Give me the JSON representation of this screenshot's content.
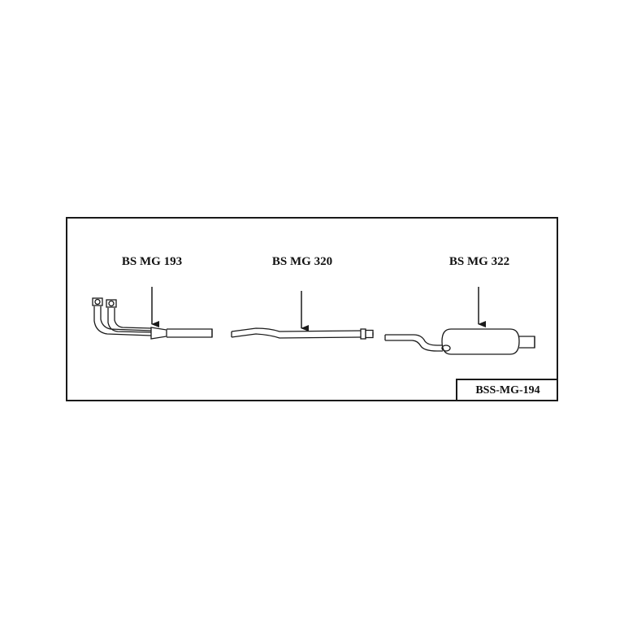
{
  "parts": [
    {
      "label": "BS MG 193",
      "icon": "exhaust-manifold-downpipe-icon"
    },
    {
      "label": "BS MG 320",
      "icon": "intermediate-pipe-icon"
    },
    {
      "label": "BS MG 322",
      "icon": "rear-silencer-icon"
    }
  ],
  "kit_code": "BSS-MG-194",
  "colors": {
    "line": "#1a1a1a",
    "background": "#ffffff"
  }
}
